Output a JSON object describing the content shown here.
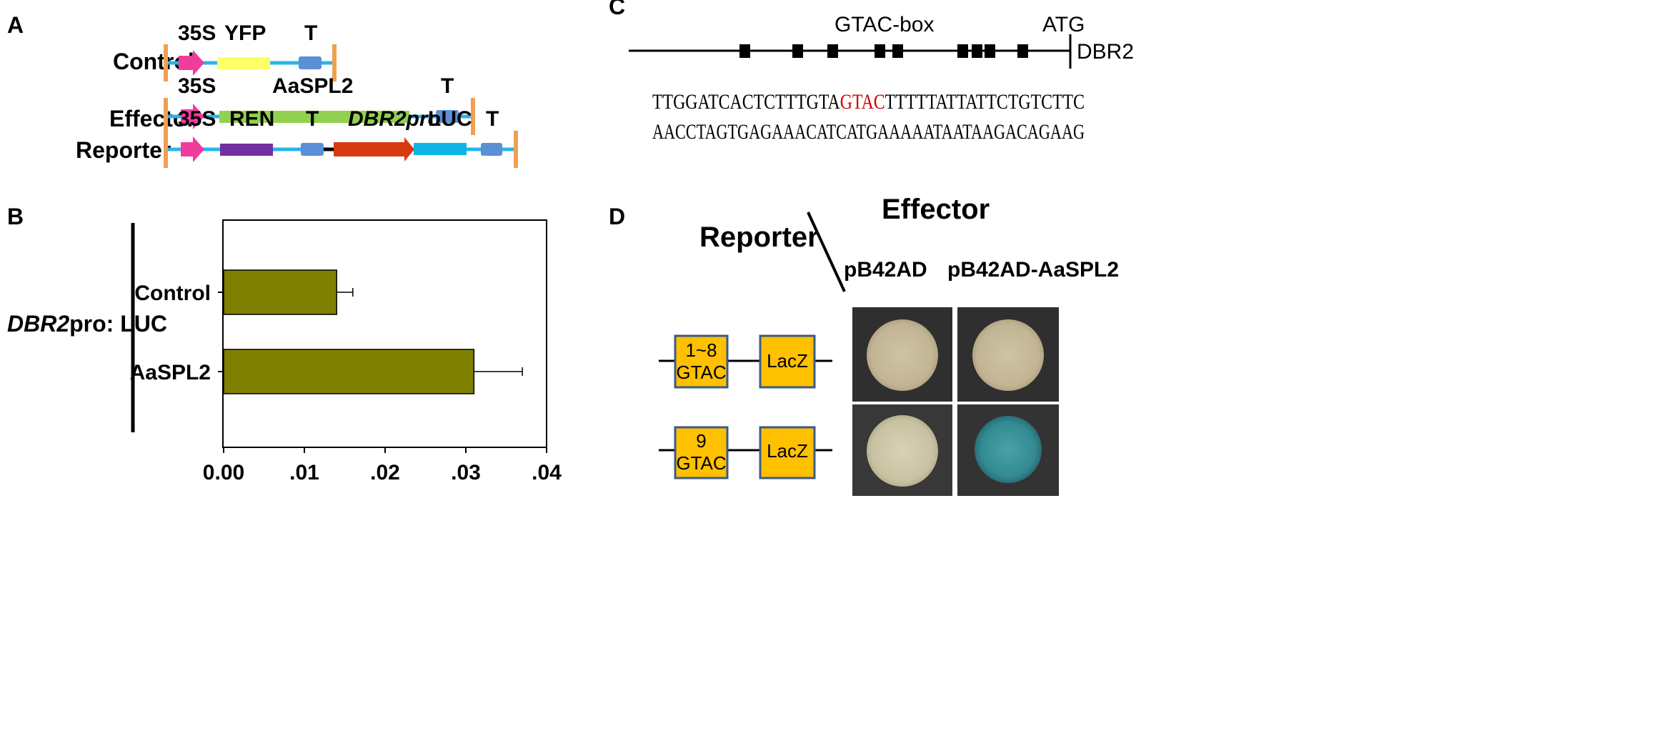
{
  "panels": {
    "a": {
      "letter": "A",
      "rows": [
        {
          "label": "Control",
          "promoter": "35S",
          "insert": "YFP",
          "terminator": "T"
        },
        {
          "label": "Effector",
          "promoter": "35S",
          "insert": "AaSPL2",
          "terminator": "T"
        },
        {
          "label": "Reporter",
          "promoter": "35S",
          "reporter1": "REN",
          "terminator1": "T",
          "promoter2": "DBR2pro",
          "reporter2": "LUC",
          "terminator2": "T"
        }
      ]
    },
    "b": {
      "letter": "B",
      "group_label_italic": "DBR2",
      "group_label_rest": "pro: LUC"
    },
    "c": {
      "letter": "C",
      "box_label": "GTAC-box",
      "atg_label": "ATG",
      "gene_label": "DBR2",
      "seq_top_pre": "TTGGATCACTCTTTGTA",
      "seq_top_motif": "GTAC",
      "seq_top_post": "TTTTTATTATTCTGTCTTC",
      "seq_bottom": "AACCTAGTGAGAAACATCATGAAAAATAATAAGACAGAAG"
    },
    "d": {
      "letter": "D",
      "effector_heading": "Effector",
      "reporter_heading": "Reporter",
      "col1": "pB42AD",
      "col2": "pB42AD-AaSPL2",
      "row1_box_line1": "1~8",
      "row1_box_line2": "GTAC",
      "row2_box_line1": "9",
      "row2_box_line2": "GTAC",
      "lacz": "LacZ"
    }
  },
  "colors": {
    "backbone": "#29b5e8",
    "border_tick": "#f0a050",
    "promoter_35s": "#f03c9c",
    "yfp": "#ffff66",
    "aaspl2": "#92d050",
    "terminator": "#5b8fd6",
    "ren": "#7030a0",
    "dbr2pro": "#d83a10",
    "luc": "#0fb4e6",
    "bar": "#808000",
    "motif": "#d00000",
    "reporter_box": "#ffc000",
    "reporter_box_border": "#3a5a8a"
  },
  "chart_data": {
    "type": "bar",
    "orientation": "horizontal",
    "categories": [
      "Control",
      "AaSPL2"
    ],
    "values": [
      0.014,
      0.031
    ],
    "errors": [
      0.002,
      0.006
    ],
    "xlim": [
      0,
      0.04
    ],
    "xticks": [
      0,
      0.01,
      0.02,
      0.03,
      0.04
    ],
    "xtick_labels": [
      "0.00",
      ".01",
      ".02",
      ".03",
      ".04"
    ],
    "title": "",
    "xlabel": "",
    "ylabel": "",
    "grid": false
  }
}
